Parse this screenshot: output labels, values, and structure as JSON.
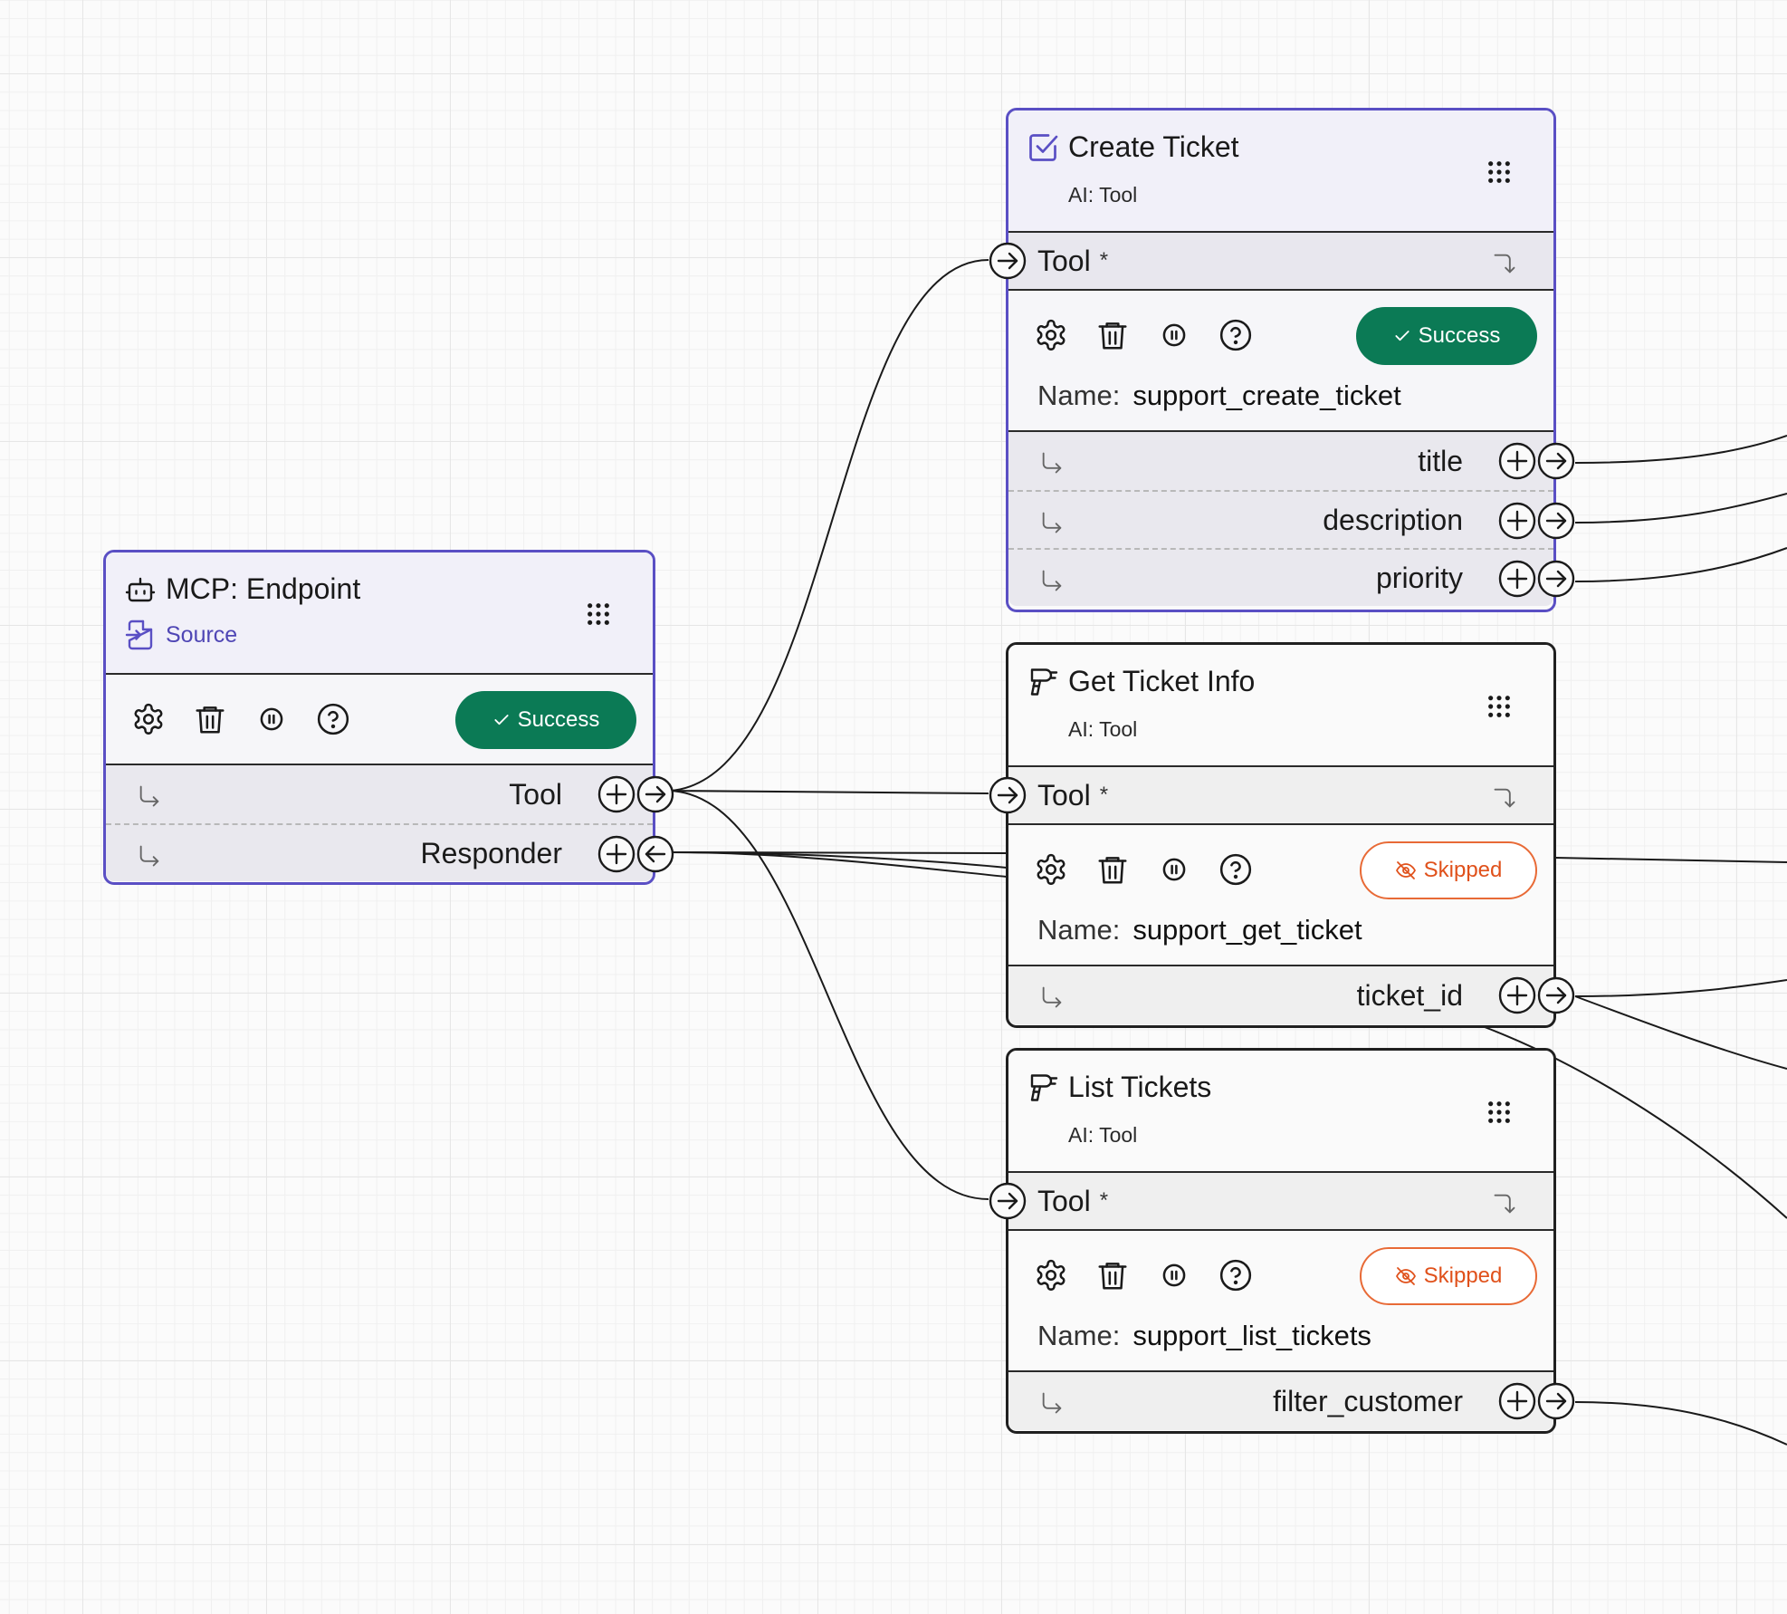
{
  "colors": {
    "selected_border": "#5a4fc4",
    "success": "#0b7a55",
    "skipped": "#e0511b"
  },
  "nodes": {
    "mcp": {
      "title": "MCP: Endpoint",
      "source_label": "Source",
      "status": "Success",
      "outputs": [
        {
          "label": "Tool",
          "direction": "out"
        },
        {
          "label": "Responder",
          "direction": "in"
        }
      ]
    },
    "create_ticket": {
      "title": "Create Ticket",
      "subtitle": "AI: Tool",
      "input_label": "Tool",
      "required_mark": "*",
      "status": "Success",
      "name_key": "Name:",
      "name_value": "support_create_ticket",
      "outputs": [
        {
          "label": "title"
        },
        {
          "label": "description"
        },
        {
          "label": "priority"
        }
      ]
    },
    "get_ticket": {
      "title": "Get Ticket Info",
      "subtitle": "AI: Tool",
      "input_label": "Tool",
      "required_mark": "*",
      "status": "Skipped",
      "name_key": "Name:",
      "name_value": "support_get_ticket",
      "outputs": [
        {
          "label": "ticket_id"
        }
      ]
    },
    "list_tickets": {
      "title": "List Tickets",
      "subtitle": "AI: Tool",
      "input_label": "Tool",
      "required_mark": "*",
      "status": "Skipped",
      "name_key": "Name:",
      "name_value": "support_list_tickets",
      "outputs": [
        {
          "label": "filter_customer"
        }
      ]
    }
  },
  "icons": {
    "node_action_icons": [
      "gear-icon",
      "trash-icon",
      "pause-icon",
      "help-icon"
    ],
    "create_ticket_icon": "checkbox-icon",
    "tool_icon": "drill-icon",
    "mcp_icon": "robot-icon",
    "source_icon": "file-import-icon"
  }
}
